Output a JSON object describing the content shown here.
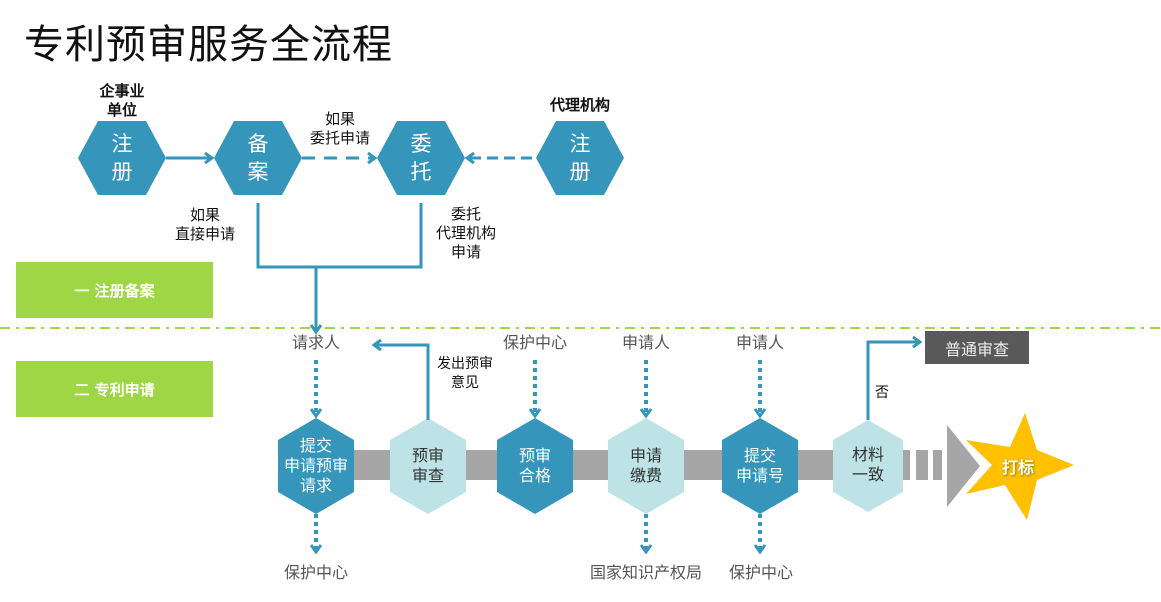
{
  "title": "专利预审服务全流程",
  "colors": {
    "hex_dark": "#3595bb",
    "hex_light": "#bde3e6",
    "stage_green": "#9ed645",
    "gray_bar": "#a6a6a6",
    "star": "#ffc000",
    "box_dark": "#595959"
  },
  "stages": [
    {
      "label": "一 注册备案"
    },
    {
      "label": "二 专利申请"
    }
  ],
  "top_flow": {
    "enterprise_label": "企事业\n单位",
    "agency_label": "代理机构",
    "nodes": [
      {
        "id": "register-enterprise",
        "text": "注\n册"
      },
      {
        "id": "filing",
        "text": "备\n案"
      },
      {
        "id": "entrust",
        "text": "委\n托"
      },
      {
        "id": "register-agency",
        "text": "注\n册"
      }
    ],
    "edge_labels": {
      "if_entrust": "如果\n委托申请",
      "if_direct": "如果\n直接申请",
      "entrust_agency": "委托\n代理机构\n申请"
    }
  },
  "bottom_flow": {
    "nodes": [
      {
        "id": "submit-request",
        "text": "提交\n申请预审\n请求",
        "style": "dark"
      },
      {
        "id": "prereview-check",
        "text": "预审\n审查",
        "style": "light"
      },
      {
        "id": "prereview-pass",
        "text": "预审\n合格",
        "style": "dark"
      },
      {
        "id": "apply-pay",
        "text": "申请\n缴费",
        "style": "light"
      },
      {
        "id": "submit-number",
        "text": "提交\n申请号",
        "style": "dark"
      },
      {
        "id": "material-match",
        "text": "材料\n一致",
        "style": "light"
      }
    ],
    "top_labels": [
      "请求人",
      "保护中心",
      "申请人",
      "申请人"
    ],
    "bottom_labels": [
      "保护中心",
      "国家知识产权局",
      "保护中心"
    ],
    "feedback_label": "发出预审\n意见",
    "no_label": "否",
    "normal_review": "普通审查",
    "end_label": "打标"
  }
}
